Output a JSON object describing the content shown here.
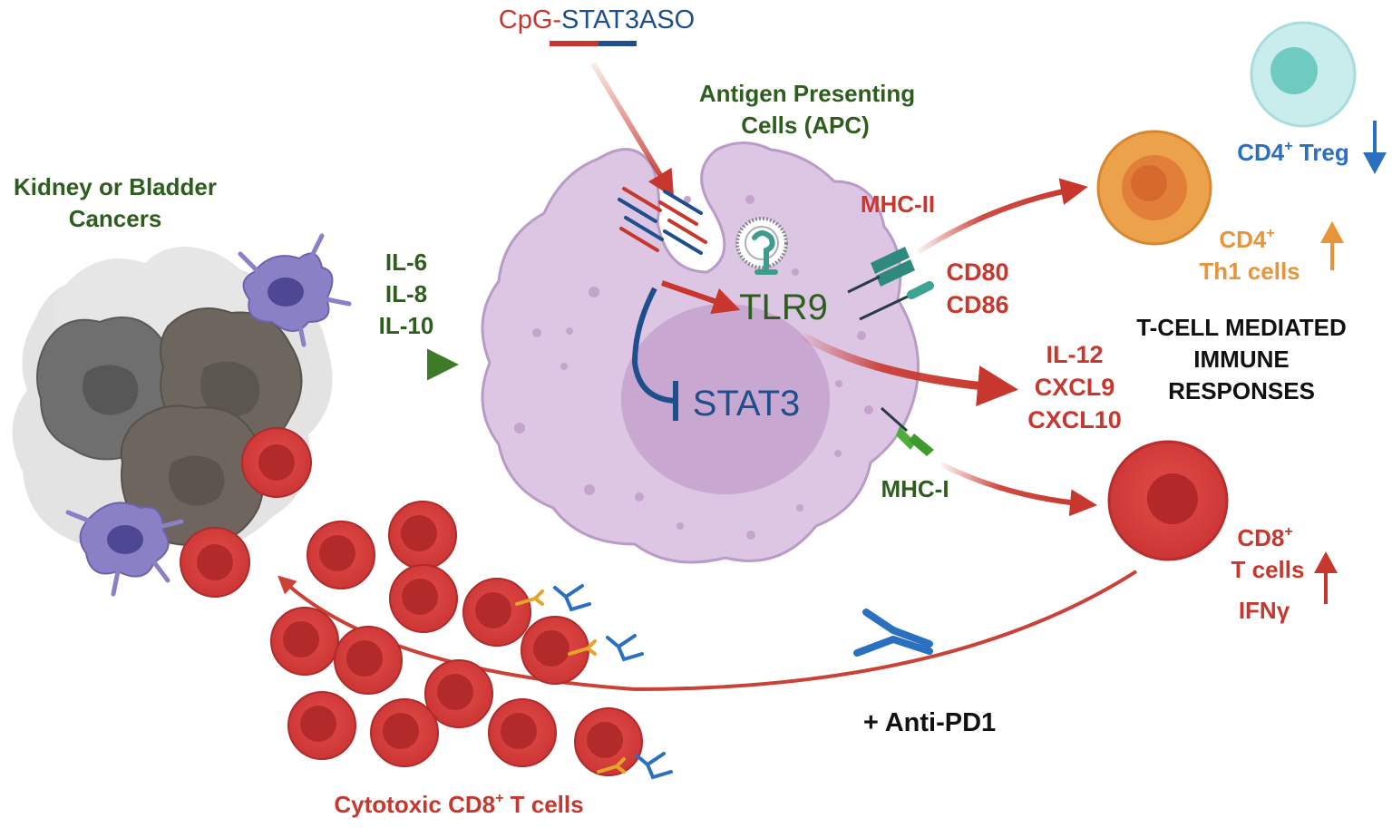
{
  "drug": {
    "prefix": "CpG-",
    "name": "STAT3ASO"
  },
  "apc": {
    "line1": "Antigen Presenting",
    "line2": "Cells (APC)"
  },
  "tumor": {
    "line1": "Kidney or Bladder",
    "line2": "Cancers"
  },
  "cytokines_in": [
    "IL-6",
    "IL-8",
    "IL-10"
  ],
  "receptor": "TLR9",
  "target": "STAT3",
  "mhc2": "MHC-II",
  "mhc1": "MHC-I",
  "costim": [
    "CD80",
    "CD86"
  ],
  "cytokines_out": [
    "IL-12",
    "CXCL9",
    "CXCL10"
  ],
  "treg": {
    "base": "CD4",
    "sup": "+",
    "rest": " Treg"
  },
  "th1": {
    "base": "CD4",
    "sup": "+",
    "line2": "Th1 cells"
  },
  "response": [
    "T-CELL MEDIATED",
    "IMMUNE",
    "RESPONSES"
  ],
  "cd8": {
    "base": "CD8",
    "sup": "+",
    "line2": "T cells",
    "line3": "IFNγ"
  },
  "antipd1": "+ Anti-PD1",
  "ctl": {
    "base": "Cytotoxic CD8",
    "sup": "+",
    "rest": " T cells"
  },
  "colors": {
    "green": "#2e5e1e",
    "red": "#c8372d",
    "navy": "#1f4e8c",
    "blue": "#2a6fc0",
    "orange": "#e89a3c",
    "apc_fill": "#dcc6e3",
    "apc_stroke": "#b89bc6",
    "tcell": "#cf3b3b",
    "tcell_dark": "#b82e2e",
    "teal": "#88d3cf"
  }
}
